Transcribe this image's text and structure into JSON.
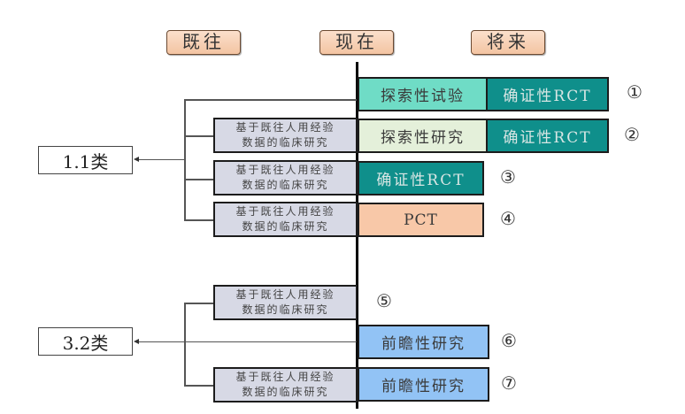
{
  "headers": {
    "past": "既往",
    "present": "现在",
    "future": "将来"
  },
  "categories": {
    "cat_1_1": "1.1类",
    "cat_3_2": "3.2类"
  },
  "prior_data_label": {
    "line1": "基于既往人用经验",
    "line2": "数据的临床研究"
  },
  "rows": [
    {
      "number": "①",
      "boxes": [
        "探索性试验",
        "确证性RCT"
      ],
      "has_prior": false
    },
    {
      "number": "②",
      "boxes": [
        "探索性研究",
        "确证性RCT"
      ],
      "has_prior": true
    },
    {
      "number": "③",
      "boxes": [
        "确证性RCT"
      ],
      "has_prior": true
    },
    {
      "number": "④",
      "boxes": [
        "PCT"
      ],
      "has_prior": true
    },
    {
      "number": "⑤",
      "boxes": [],
      "has_prior": true
    },
    {
      "number": "⑥",
      "boxes": [
        "前瞻性研究"
      ],
      "has_prior": false
    },
    {
      "number": "⑦",
      "boxes": [
        "前瞻性研究"
      ],
      "has_prior": true
    }
  ],
  "colors": {
    "exploratory_trial": "#6fdcc6",
    "confirmatory_rct": "#0f8f8b",
    "exploratory_study": "#e4f0da",
    "pct": "#f8c8a8",
    "prospective": "#92c3f5",
    "prior_data": "#d7d9e5",
    "header": "#f6cdb0"
  }
}
